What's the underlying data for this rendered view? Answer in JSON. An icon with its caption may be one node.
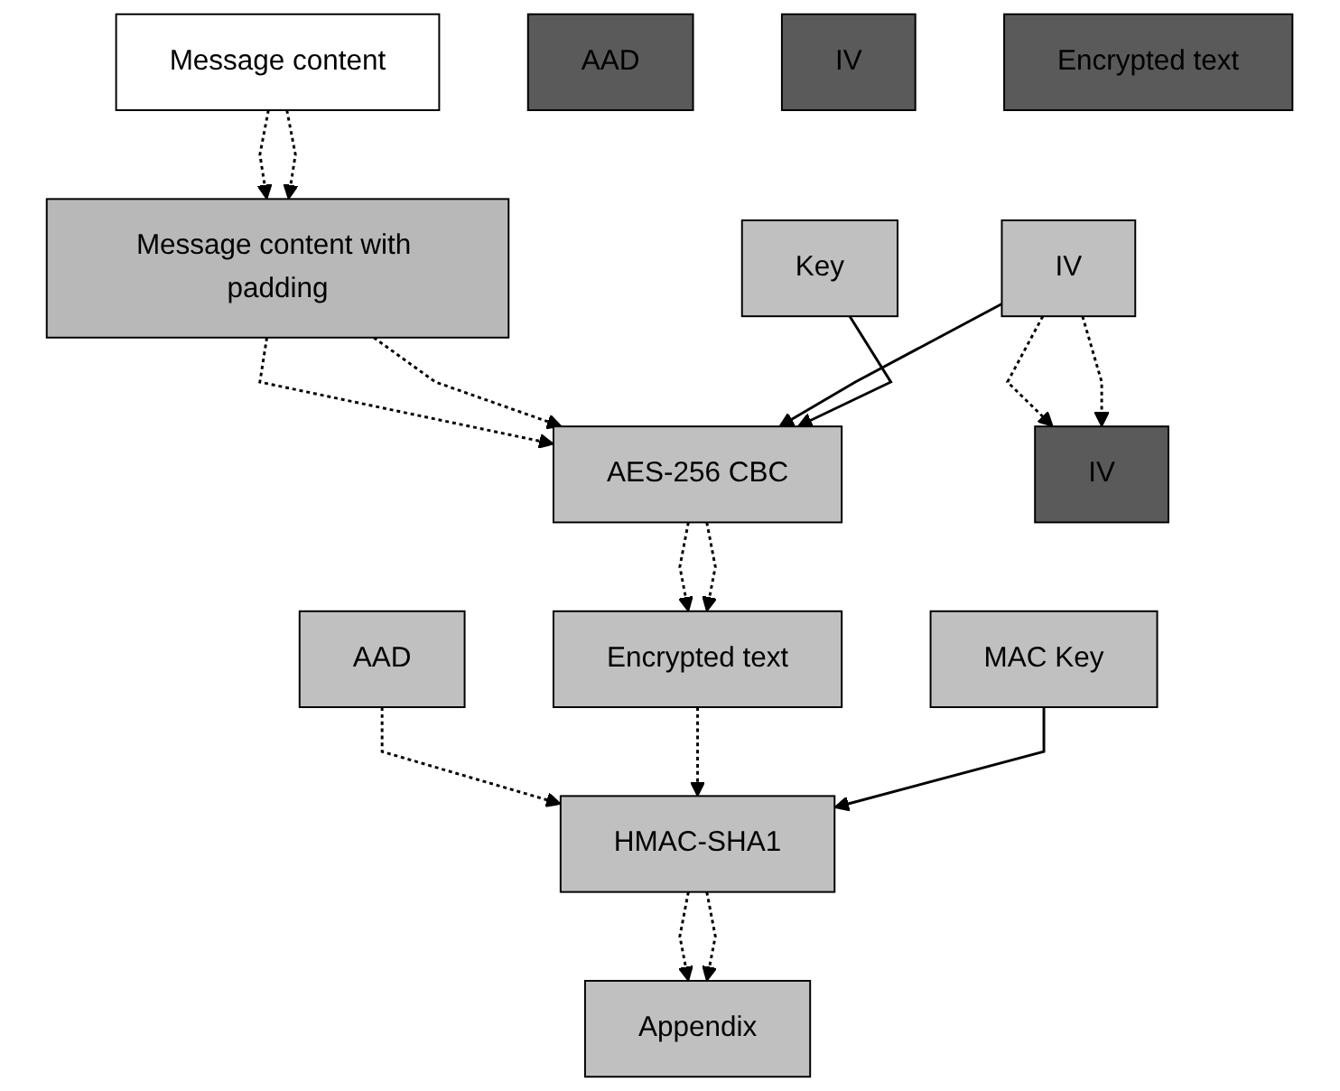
{
  "diagram": {
    "nodes": [
      {
        "text": [
          "Message content"
        ]
      },
      {
        "text": [
          "Message content with padding"
        ]
      },
      {
        "text": [
          "IV"
        ]
      },
      {
        "text": [
          "AES-256 CBC"
        ]
      },
      {
        "text": [
          "Key"
        ]
      },
      {
        "text": [
          "AAD"
        ]
      },
      {
        "text": [
          "IV"
        ]
      },
      {
        "text": [
          "Encrypted text"
        ]
      },
      {
        "text": [
          "HMAC-SHA1"
        ]
      },
      {
        "text": [
          "MAC Key"
        ]
      },
      {
        "text": [
          "AAD"
        ]
      },
      {
        "text": [
          "IV"
        ]
      },
      {
        "text": [
          "Encrypted text"
        ]
      },
      {
        "text": [
          "Appendix"
        ]
      }
    ],
    "edges": [
      {
        "from": 0,
        "to": 1,
        "arrow": "to",
        "style": "dashed"
      },
      {
        "from": 0,
        "to": 1,
        "arrow": "to",
        "style": "dashed"
      },
      {
        "from": 1,
        "to": 3,
        "arrow": "to",
        "style": "dashed"
      },
      {
        "from": 1,
        "to": 3,
        "arrow": "to",
        "style": "dashed"
      },
      {
        "from": 2,
        "to": 3,
        "arrow": "to"
      },
      {
        "from": 4,
        "to": 3,
        "arrow": "to"
      },
      {
        "from": 2,
        "to": 6,
        "arrow": "to",
        "style": "dashed"
      },
      {
        "from": 2,
        "to": 6,
        "arrow": "to",
        "style": "dashed"
      },
      {
        "from": 3,
        "to": 7,
        "arrow": "to",
        "style": "dashed"
      },
      {
        "from": 3,
        "to": 7,
        "arrow": "to",
        "style": "dashed"
      },
      {
        "from": 5,
        "to": 8,
        "arrow": "to",
        "style": "dashed"
      },
      {
        "from": 7,
        "to": 8,
        "arrow": "to",
        "style": "dashed"
      },
      {
        "from": 9,
        "to": 8,
        "arrow": "to"
      },
      {
        "from": 8,
        "to": 13,
        "arrow": "to",
        "style": "dashed"
      },
      {
        "from": 8,
        "to": 13,
        "arrow": "to",
        "style": "dashed"
      }
    ]
  }
}
